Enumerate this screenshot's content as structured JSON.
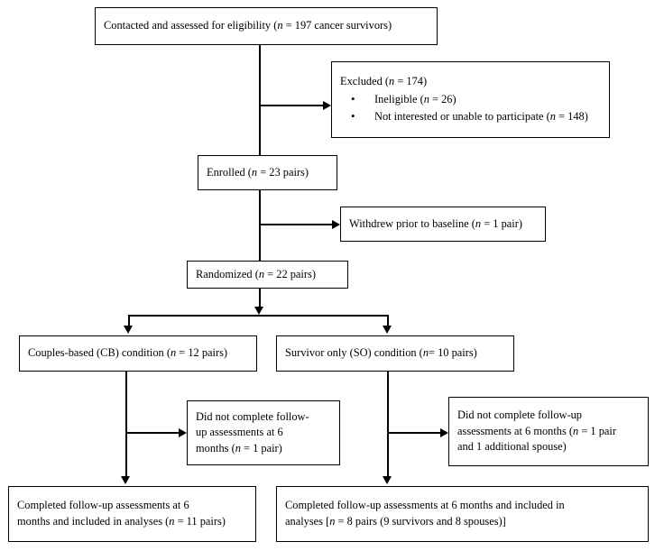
{
  "diagram": {
    "type": "consort-participant-flow-chart",
    "nodes": {
      "contacted": {
        "line1_a": "Contacted and assessed for eligibility (",
        "line1_n": "n",
        "line1_b": " = 197 cancer survivors)"
      },
      "excluded": {
        "heading_a": "Excluded (",
        "heading_n": "n",
        "heading_b": " = 174)",
        "bullet1_a": "Ineligible (",
        "bullet1_n": "n",
        "bullet1_b": " = 26)",
        "bullet2_a": "Not interested or unable to participate (",
        "bullet2_n": "n",
        "bullet2_b": " = 148)"
      },
      "enrolled": {
        "line1_a": "Enrolled (",
        "line1_n": "n",
        "line1_b": " = 23 pairs)"
      },
      "withdrew": {
        "line1_a": "Withdrew prior to baseline (",
        "line1_n": "n",
        "line1_b": " = 1 pair)"
      },
      "randomized": {
        "line1_a": "Randomized (",
        "line1_n": "n",
        "line1_b": " = 22 pairs)"
      },
      "condition_cb": {
        "line1_a": "Couples-based (CB) condition (",
        "line1_n": "n",
        "line1_b": " = 12 pairs)"
      },
      "condition_so": {
        "line1_a": "Survivor only (SO) condition (",
        "line1_n": "n",
        "line1_b": "= 10 pairs)"
      },
      "lost_cb": {
        "line1": "Did not complete follow-",
        "line2": "up assessments at 6",
        "line3_a": "months (",
        "line3_n": "n",
        "line3_b": " = 1 pair)"
      },
      "lost_so": {
        "line1": "Did not complete follow-up",
        "line2_a": "assessments at 6 months (",
        "line2_n": "n",
        "line2_b": " = 1 pair",
        "line3": "and 1 additional spouse)"
      },
      "completed_cb": {
        "line1": "Completed follow-up assessments at 6",
        "line2_a": "months and included in analyses (",
        "line2_n": "n",
        "line2_b": " = 11 pairs)"
      },
      "completed_so": {
        "line1": "Completed follow-up assessments at 6 months and included in",
        "line2_a": "analyses [",
        "line2_n": "n",
        "line2_b": " = 8 pairs (9 survivors and 8 spouses)]"
      }
    },
    "colors": {
      "stroke": "#000000",
      "background": "#ffffff",
      "text": "#000000"
    }
  }
}
